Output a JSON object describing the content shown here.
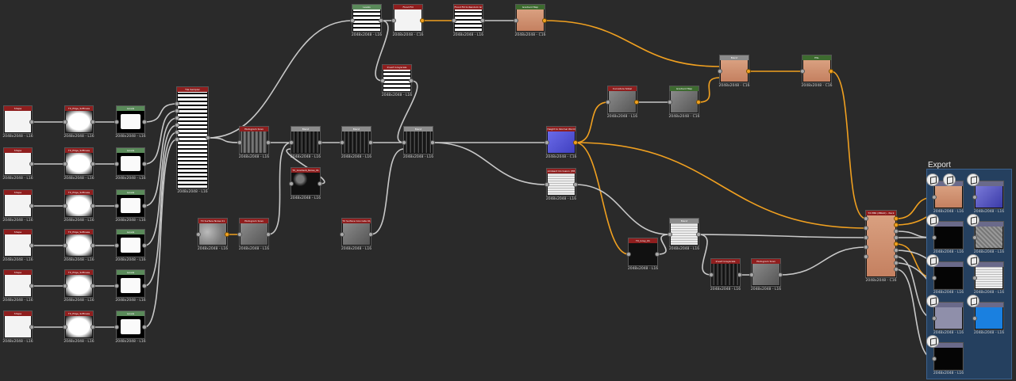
{
  "colors": {
    "background": "#2a2a2a",
    "header_red": "#8f1e1e",
    "header_green": "#5a8a5a",
    "header_darkgreen": "#3d6b2f",
    "header_gray": "#8c8c8c",
    "wire_gray": "#c8c8c8",
    "wire_orange": "#f0a020",
    "export_frame": "#25405f"
  },
  "export": {
    "title": "Export"
  },
  "resolution_labels": {
    "l16": "2048x2048 - L16",
    "c16": "2048x2048 - C16"
  },
  "nodes": [
    {
      "id": "shape1",
      "label": "Shape",
      "res": "l16",
      "header": "red",
      "thumb": "white"
    },
    {
      "id": "shape2",
      "label": "Shape",
      "res": "l16",
      "header": "red",
      "thumb": "white"
    },
    {
      "id": "shape3",
      "label": "Shape",
      "res": "l16",
      "header": "red",
      "thumb": "white"
    },
    {
      "id": "shape4",
      "label": "Shape",
      "res": "l16",
      "header": "red",
      "thumb": "white"
    },
    {
      "id": "shape5",
      "label": "Shape",
      "res": "l16",
      "header": "red",
      "thumb": "white"
    },
    {
      "id": "shape6",
      "label": "Shape",
      "res": "l16",
      "header": "red",
      "thumb": "white"
    },
    {
      "id": "edge1",
      "label": "TX_Edge_Softness",
      "res": "l16",
      "header": "red",
      "thumb": "mask"
    },
    {
      "id": "edge2",
      "label": "TX_Edge_Softness",
      "res": "l16",
      "header": "red",
      "thumb": "mask"
    },
    {
      "id": "edge3",
      "label": "TX_Edge_Softness",
      "res": "l16",
      "header": "red",
      "thumb": "mask"
    },
    {
      "id": "edge4",
      "label": "TX_Edge_Softness",
      "res": "l16",
      "header": "red",
      "thumb": "mask"
    },
    {
      "id": "edge5",
      "label": "TX_Edge_Softness",
      "res": "l16",
      "header": "red",
      "thumb": "mask"
    },
    {
      "id": "edge6",
      "label": "TX_Edge_Softness",
      "res": "l16",
      "header": "red",
      "thumb": "mask"
    },
    {
      "id": "levels1",
      "label": "Levels",
      "res": "l16",
      "header": "green",
      "thumb": "level"
    },
    {
      "id": "levels2",
      "label": "Levels",
      "res": "l16",
      "header": "green",
      "thumb": "level"
    },
    {
      "id": "levels3",
      "label": "Levels",
      "res": "l16",
      "header": "green",
      "thumb": "level"
    },
    {
      "id": "levels4",
      "label": "Levels",
      "res": "l16",
      "header": "green",
      "thumb": "level"
    },
    {
      "id": "levels5",
      "label": "Levels",
      "res": "l16",
      "header": "green",
      "thumb": "level"
    },
    {
      "id": "levels6",
      "label": "Levels",
      "res": "l16",
      "header": "green",
      "thumb": "level"
    },
    {
      "id": "tile_sampler",
      "label": "Tile Sampler",
      "res": "l16",
      "header": "red",
      "thumb": "tiles"
    },
    {
      "id": "levels_top",
      "label": "Levels",
      "res": "l16",
      "header": "green",
      "thumb": "tiles"
    },
    {
      "id": "flood_fill",
      "label": "Flood Fill",
      "res": "c16",
      "header": "red",
      "thumb": "white"
    },
    {
      "id": "flood_fill_rand",
      "label": "Flood Fill to Random Gr",
      "res": "l16",
      "header": "red",
      "thumb": "tiles"
    },
    {
      "id": "gradient_map_top",
      "label": "Gradient Map",
      "res": "c16",
      "header": "darkgreen",
      "thumb": "wood"
    },
    {
      "id": "invert_gray",
      "label": "Invert Grayscale",
      "res": "l16",
      "header": "red",
      "thumb": "tiles"
    },
    {
      "id": "histogram_scan1",
      "label": "Histogram Scan",
      "res": "l16",
      "header": "red",
      "thumb": "noise"
    },
    {
      "id": "blend1",
      "label": "Blend",
      "res": "l16",
      "header": "gray",
      "thumb": "dark"
    },
    {
      "id": "blend2",
      "label": "Blend",
      "res": "l16",
      "header": "gray",
      "thumb": "dark"
    },
    {
      "id": "blend3",
      "label": "Blend",
      "res": "l16",
      "header": "gray",
      "thumb": "dark"
    },
    {
      "id": "tx_gradient",
      "label": "TX_Gradient_Noise_01",
      "res": "l16",
      "header": "red",
      "thumb": "blob"
    },
    {
      "id": "tx_surface1",
      "label": "TX Surface Noise 01",
      "res": "l16",
      "header": "red",
      "thumb": "cloud"
    },
    {
      "id": "histogram_scan2",
      "label": "Histogram Scan",
      "res": "l16",
      "header": "red",
      "thumb": "gray"
    },
    {
      "id": "tx_surface2",
      "label": "TX Surface Concrete 01",
      "res": "l16",
      "header": "red",
      "thumb": "gray"
    },
    {
      "id": "height_normal",
      "label": "Height to Normal World",
      "res": "c16",
      "header": "red",
      "thumb": "normal"
    },
    {
      "id": "ambient_occ",
      "label": "Ambient Occlusion (HB",
      "res": "l16",
      "header": "red",
      "thumb": "streak"
    },
    {
      "id": "curvature",
      "label": "Curvature Sobel",
      "res": "l16",
      "header": "red",
      "thumb": "gray"
    },
    {
      "id": "gradient_map_mid",
      "label": "Gradient Map",
      "res": "c16",
      "header": "darkgreen",
      "thumb": "gray"
    },
    {
      "id": "blend_c16",
      "label": "Blend",
      "res": "c16",
      "header": "gray",
      "thumb": "wood"
    },
    {
      "id": "hsl",
      "label": "HSL",
      "res": "c16",
      "header": "darkgreen",
      "thumb": "wood"
    },
    {
      "id": "blend_low",
      "label": "Blend",
      "res": "l16",
      "header": "gray",
      "thumb": "streak"
    },
    {
      "id": "tx_gray",
      "label": "TX_Gray_01",
      "res": "l16",
      "header": "red",
      "thumb": "blacknoise"
    },
    {
      "id": "invert_gray2",
      "label": "Invert Grayscale",
      "res": "l16",
      "header": "red",
      "thumb": "dark"
    },
    {
      "id": "histogram_scan3",
      "label": "Histogram Scan",
      "res": "l16",
      "header": "red",
      "thumb": "gray"
    },
    {
      "id": "tx_pbr",
      "label": "TX PBR (MRAO) - Pack",
      "res": "c16",
      "header": "red",
      "thumb": "wood"
    }
  ],
  "outputs": [
    {
      "id": "out_basecolor",
      "label": "",
      "res": "l16",
      "thumb": "wood"
    },
    {
      "id": "out_normal",
      "label": "",
      "res": "l16",
      "thumb": "bluenoise"
    },
    {
      "id": "out_black1",
      "label": "",
      "res": "l16",
      "thumb": "black"
    },
    {
      "id": "out_gray1",
      "label": "",
      "res": "l16",
      "thumb": "graynoise"
    },
    {
      "id": "out_black2",
      "label": "",
      "res": "l16",
      "thumb": "black"
    },
    {
      "id": "out_streak",
      "label": "",
      "res": "l16",
      "thumb": "streak"
    },
    {
      "id": "out_lav",
      "label": "",
      "res": "l16",
      "thumb": "lav"
    },
    {
      "id": "out_blue",
      "label": "",
      "res": "l16",
      "thumb": "blue"
    },
    {
      "id": "out_black3",
      "label": "",
      "res": "l16",
      "thumb": "black"
    }
  ]
}
